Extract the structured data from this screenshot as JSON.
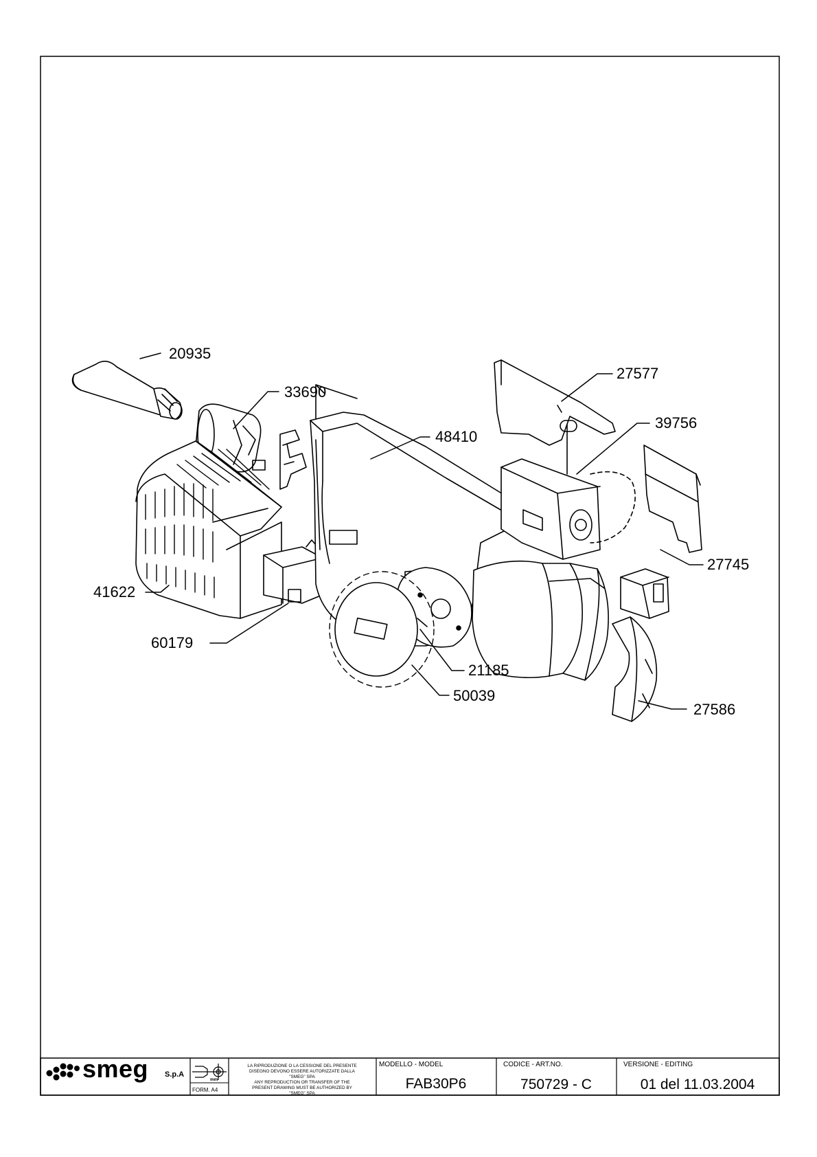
{
  "diagram": {
    "part_numbers": [
      {
        "id": "20935"
      },
      {
        "id": "33690"
      },
      {
        "id": "27577"
      },
      {
        "id": "39756"
      },
      {
        "id": "48410"
      },
      {
        "id": "27745"
      },
      {
        "id": "41622"
      },
      {
        "id": "60179"
      },
      {
        "id": "21185"
      },
      {
        "id": "50039"
      },
      {
        "id": "27586"
      }
    ]
  },
  "title_block": {
    "brand": "smeg",
    "brand_suffix": "S.p.A",
    "form_label": "FORM. A4",
    "unit_label": "mm",
    "notice_lines": [
      "LA RIPRODUZIONE O LA CESSIONE DEL PRESENTE",
      "DISEGNO DEVONO ESSERE AUTORIZZATE DALLA",
      "\"SMEG\" SPA",
      "ANY REPRODUCTION OR TRANSFER OF THE",
      "PRESENT DRAWING MUST BE AUTHORIZED BY",
      "\"SMEG\" SPA"
    ],
    "model_caption": "MODELLO - MODEL",
    "model_value": "FAB30P6",
    "code_caption": "CODICE - ART.NO.",
    "code_value": "750729 - C",
    "version_caption": "VERSIONE - EDITING",
    "version_value": "01 del 11.03.2004"
  }
}
